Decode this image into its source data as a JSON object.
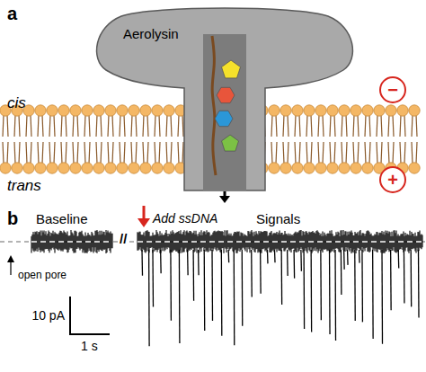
{
  "diagram": {
    "nodes": [
      {
        "text": [
          "Aerolysin"
        ]
      },
      {
        "text": [
          "−"
        ]
      },
      {
        "text": [
          "+"
        ]
      }
    ],
    "labels": [
      "a",
      "cis",
      "trans",
      "b",
      "Baseline",
      "//",
      "Add ssDNA",
      "Signals",
      "open pore",
      "10 pA",
      "1 s"
    ]
  }
}
